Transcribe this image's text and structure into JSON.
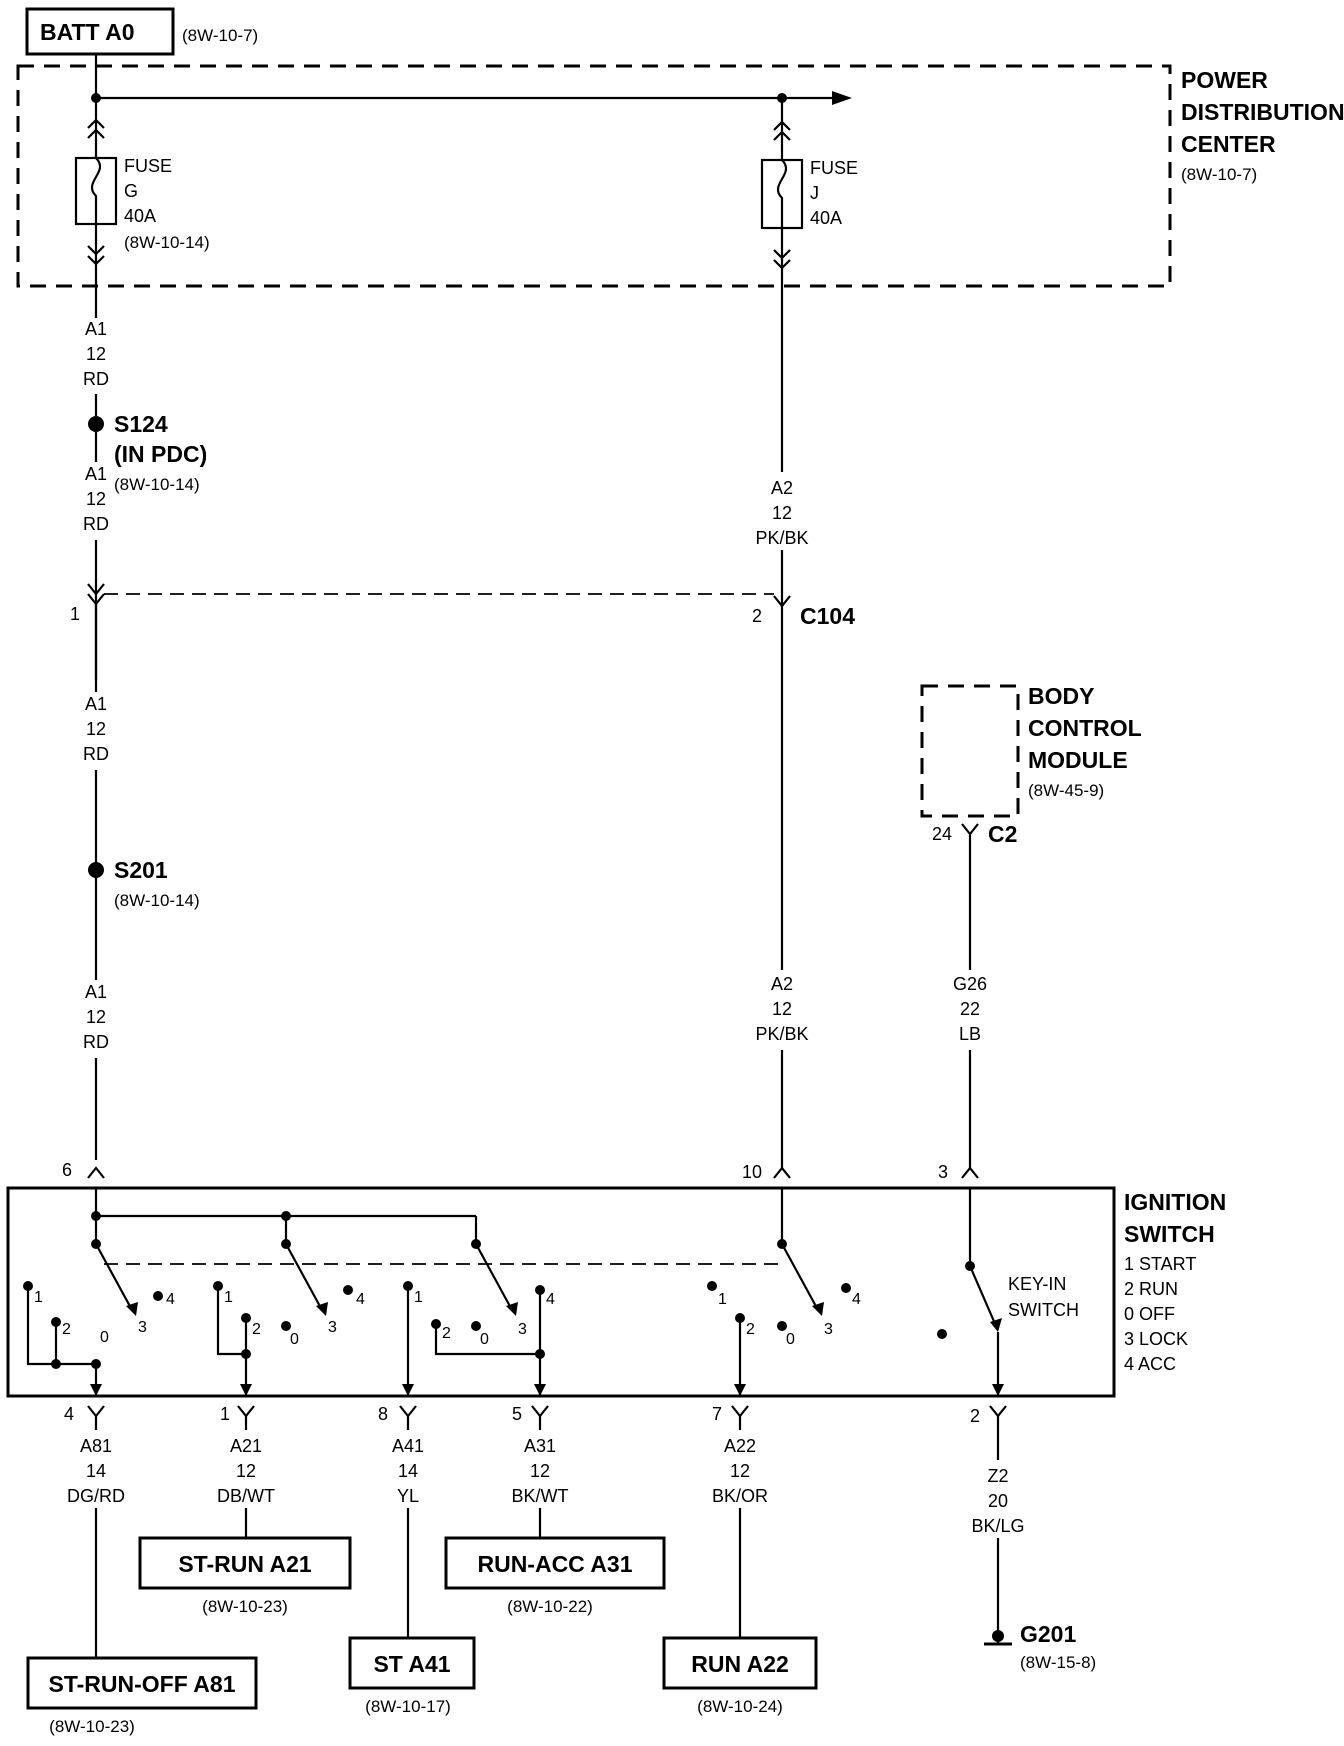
{
  "batt": {
    "label": "BATT A0",
    "ref": "(8W-10-7)"
  },
  "pdc": {
    "line1": "POWER",
    "line2": "DISTRIBUTION",
    "line3": "CENTER",
    "ref": "(8W-10-7)"
  },
  "fuse_g": {
    "l1": "FUSE",
    "l2": "G",
    "l3": "40A",
    "ref": "(8W-10-14)"
  },
  "fuse_j": {
    "l1": "FUSE",
    "l2": "J",
    "l3": "40A"
  },
  "wires": {
    "a1_top": [
      "A1",
      "12",
      "RD"
    ],
    "a1_s124": [
      "A1",
      "12",
      "RD"
    ],
    "a1_mid": [
      "A1",
      "12",
      "RD"
    ],
    "a1_low": [
      "A1",
      "12",
      "RD"
    ],
    "a2_top": [
      "A2",
      "12",
      "PK/BK"
    ],
    "a2_low": [
      "A2",
      "12",
      "PK/BK"
    ],
    "g26": [
      "G26",
      "22",
      "LB"
    ],
    "a81": [
      "A81",
      "14",
      "DG/RD"
    ],
    "a21": [
      "A21",
      "12",
      "DB/WT"
    ],
    "a41": [
      "A41",
      "14",
      "YL"
    ],
    "a31": [
      "A31",
      "12",
      "BK/WT"
    ],
    "a22": [
      "A22",
      "12",
      "BK/OR"
    ],
    "z2": [
      "Z2",
      "20",
      "BK/LG"
    ]
  },
  "s124": {
    "name": "S124",
    "sub": "(IN PDC)",
    "ref": "(8W-10-14)"
  },
  "s201": {
    "name": "S201",
    "ref": "(8W-10-14)"
  },
  "c104": {
    "name": "C104",
    "pin1": "1",
    "pin2": "2"
  },
  "bcm": {
    "line1": "BODY",
    "line2": "CONTROL",
    "line3": "MODULE",
    "ref": "(8W-45-9)",
    "pin": "24",
    "conn": "C2"
  },
  "ignition": {
    "title1": "IGNITION",
    "title2": "SWITCH",
    "legend": [
      "1 START",
      "2 RUN",
      "0 OFF",
      "3 LOCK",
      "4 ACC"
    ],
    "keyin1": "KEY-IN",
    "keyin2": "SWITCH",
    "top_pins": [
      "6",
      "10",
      "3"
    ],
    "bottom_pins": [
      "4",
      "1",
      "8",
      "5",
      "7",
      "2"
    ],
    "pos_labels": [
      "1",
      "2",
      "0",
      "3",
      "4"
    ]
  },
  "outputs": {
    "st_run_off": {
      "label": "ST-RUN-OFF A81",
      "ref": "(8W-10-23)"
    },
    "st_run": {
      "label": "ST-RUN A21",
      "ref": "(8W-10-23)"
    },
    "st": {
      "label": "ST A41",
      "ref": "(8W-10-17)"
    },
    "run_acc": {
      "label": "RUN-ACC A31",
      "ref": "(8W-10-22)"
    },
    "run": {
      "label": "RUN A22",
      "ref": "(8W-10-24)"
    },
    "ground": {
      "label": "G201",
      "ref": "(8W-15-8)"
    }
  }
}
